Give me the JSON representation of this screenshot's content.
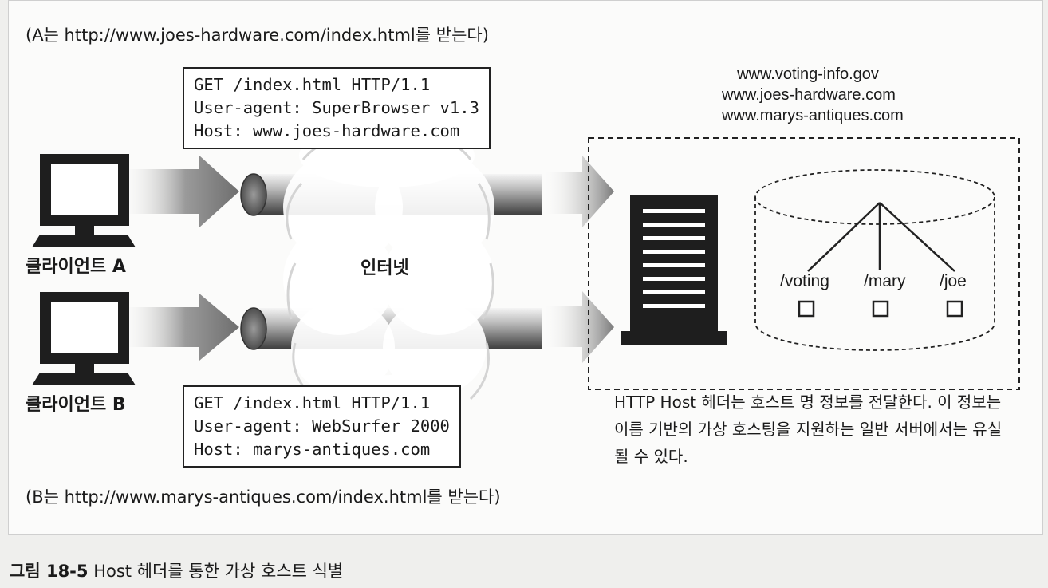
{
  "caption_a": "(A는 http://www.joes-hardware.com/index.html를 받는다)",
  "caption_b": "(B는 http://www.marys-antiques.com/index.html를 받는다)",
  "request_a": {
    "line1": "GET /index.html HTTP/1.1",
    "line2": "User-agent: SuperBrowser v1.3",
    "line3": "Host: www.joes-hardware.com"
  },
  "request_b": {
    "line1": "GET /index.html HTTP/1.1",
    "line2": "User-agent: WebSurfer 2000",
    "line3": "Host: marys-antiques.com"
  },
  "client_a_label": "클라이언트 A",
  "client_b_label": "클라이언트 B",
  "internet_label": "인터넷",
  "hosts": [
    "www.voting-info.gov",
    "www.joes-hardware.com",
    "www.marys-antiques.com"
  ],
  "dirs": [
    "/voting",
    "/mary",
    "/joe"
  ],
  "note": "HTTP Host 헤더는 호스트 명 정보를 전달한다. 이 정보는 이름 기반의 가상 호스팅을 지원하는 일반 서버에서는 유실될 수 있다.",
  "figure_caption": {
    "number": "그림 18-5",
    "text": " Host 헤더를 통한 가상 호스트 식별"
  }
}
